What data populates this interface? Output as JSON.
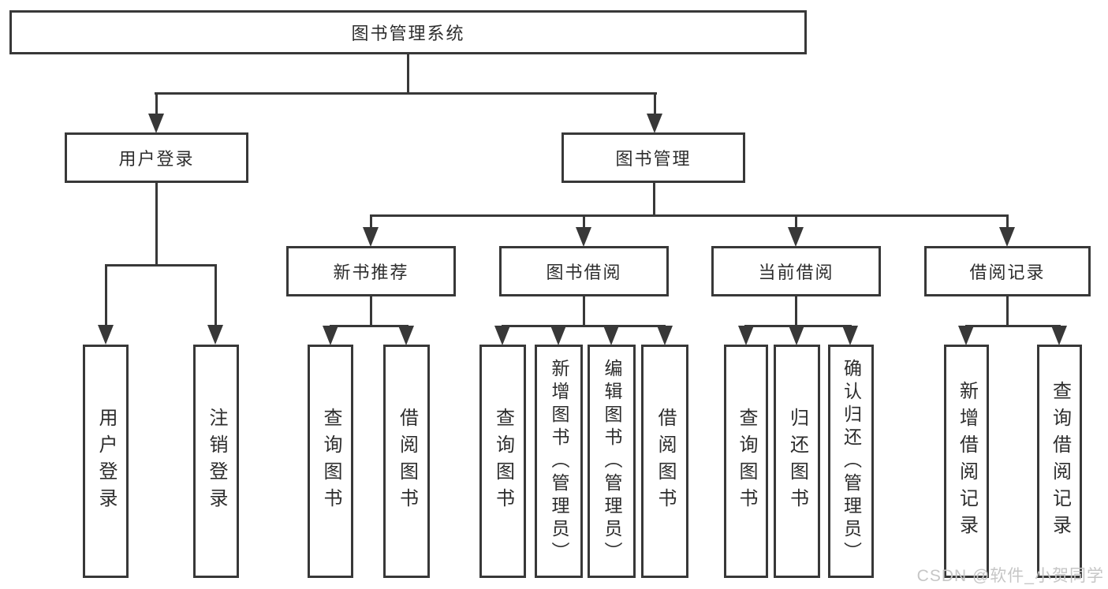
{
  "tree": {
    "root": {
      "label": "图书管理系统"
    },
    "branches": [
      {
        "label": "用户登录",
        "children": [
          {
            "label": "用户登录"
          },
          {
            "label": "注销登录"
          }
        ]
      },
      {
        "label": "图书管理",
        "children": [
          {
            "label": "新书推荐",
            "children": [
              {
                "label": "查询图书"
              },
              {
                "label": "借阅图书"
              }
            ]
          },
          {
            "label": "图书借阅",
            "children": [
              {
                "label": "查询图书"
              },
              {
                "label": "新增图书（管理员）"
              },
              {
                "label": "编辑图书（管理员）"
              },
              {
                "label": "借阅图书"
              }
            ]
          },
          {
            "label": "当前借阅",
            "children": [
              {
                "label": "查询图书"
              },
              {
                "label": "归还图书"
              },
              {
                "label": "确认归还（管理员）"
              }
            ]
          },
          {
            "label": "借阅记录",
            "children": [
              {
                "label": "新增借阅记录"
              },
              {
                "label": "查询借阅记录"
              }
            ]
          }
        ]
      }
    ]
  },
  "watermark": {
    "text": "CSDN @软件_小贺同学",
    "color": "#c6c6c6"
  },
  "colors": {
    "line": "#383838",
    "box_border": "#383838",
    "text": "#2d2d2d",
    "background": "#ffffff"
  }
}
